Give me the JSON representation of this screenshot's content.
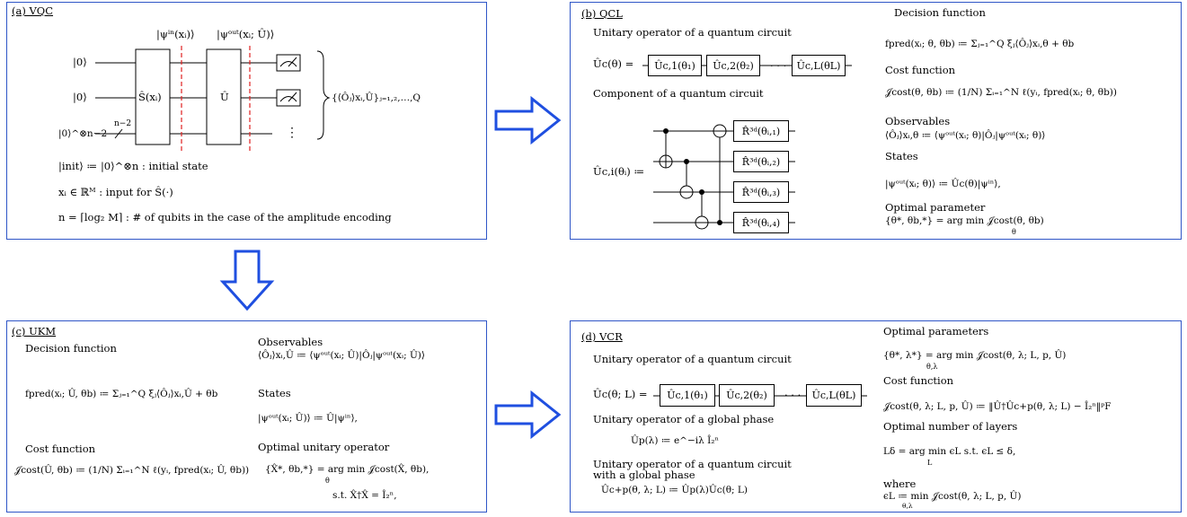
{
  "colors": {
    "border": "#2f56c7",
    "arrow": "#1f4fe0",
    "dashed": "#e02020"
  },
  "arrows": [
    "right-arrow",
    "down-arrow",
    "right-arrow"
  ],
  "vqc": {
    "title": "(a) VQC",
    "label_psi_in": "|ψⁱⁿ(xᵢ)⟩",
    "label_psi_out": "|ψᵒᵘᵗ(xᵢ; Û)⟩",
    "q1": "|0⟩",
    "q2": "|0⟩",
    "q3": "|0⟩^⊗n−2",
    "q3_count": "n−2",
    "gate_S": "Ŝ(xᵢ)",
    "gate_U": "Û",
    "dots": "⋮",
    "observables": "{⟨Ôⱼ⟩xᵢ,Û}ⱼ₌₁,₂,…,Q",
    "line1": "|init⟩ ≔ |0⟩^⊗n : initial state",
    "line2": "xᵢ ∈ ℝᴹ : input for Ŝ(·)",
    "line3": "n = ⌈log₂ M⌉ : # of qubits in the case of the amplitude encoding"
  },
  "qcl": {
    "title": "(b) QCL",
    "uoq_label": "Unitary operator of a quantum circuit",
    "uc_lhs": "Ûc(θ) =",
    "g1": "Ûc,1(θ₁)",
    "g2": "Ûc,2(θ₂)",
    "gdots": "· · ·",
    "gL": "Ûc,L(θL)",
    "comp_label": "Component of a quantum circuit",
    "uci_lhs": "Ûc,i(θᵢ) ≔",
    "r1": "R̂³ᵈ(θᵢ,₁)",
    "r2": "R̂³ᵈ(θᵢ,₂)",
    "r3": "R̂³ᵈ(θᵢ,₃)",
    "r4": "R̂³ᵈ(θᵢ,₄)",
    "decision_label": "Decision function",
    "decision_eq": "fpred(xᵢ; θ, θb) ≔ Σⱼ₌₁^Q ξⱼ⟨Ôⱼ⟩xᵢ,θ + θb",
    "cost_label": "Cost function",
    "cost_eq": "𝒥cost(θ, θb) ≔ (1/N) Σᵢ₌₁^N ℓ(yᵢ, fpred(xᵢ; θ, θb))",
    "obs_label": "Observables",
    "obs_eq": "⟨Ôⱼ⟩xᵢ,θ ≔ ⟨ψᵒᵘᵗ(xᵢ; θ)|Ôⱼ|ψᵒᵘᵗ(xᵢ; θ)⟩",
    "states_label": "States",
    "states_eq": "|ψᵒᵘᵗ(xᵢ; θ)⟩   ≔ Ûc(θ)|ψⁱⁿ⟩,",
    "opt_label": "Optimal parameter",
    "opt_eq": "{θ*, θb,*} = arg min 𝒥cost(θ, θb)",
    "opt_sub": "θ"
  },
  "ukm": {
    "title": "(c) UKM",
    "decision_label": "Decision function",
    "decision_eq": "fpred(xᵢ; Û, θb) ≔ Σⱼ₌₁^Q ξⱼ⟨Ôⱼ⟩xᵢ,Û + θb",
    "cost_label": "Cost function",
    "cost_eq": "𝒥cost(Û, θb) ≔ (1/N) Σᵢ₌₁^N ℓ(yᵢ, fpred(xᵢ; Û, θb))",
    "obs_label": "Observables",
    "obs_eq": "⟨Ôⱼ⟩xᵢ,Û ≔ ⟨ψᵒᵘᵗ(xᵢ; Û)|Ôⱼ|ψᵒᵘᵗ(xᵢ; Û)⟩",
    "states_label": "States",
    "states_eq": "|ψᵒᵘᵗ(xᵢ; Û)⟩   ≔ Û|ψⁱⁿ⟩,",
    "opt_label": "Optimal unitary operator",
    "opt_eq": "{X̂*, θb,*} = arg min 𝒥cost(X̂, θb),",
    "opt_sub": "θ",
    "opt_st": "s.t.  X̂†X̂ = Î₂ⁿ,"
  },
  "vcr": {
    "title": "(d) VCR",
    "uoq_label": "Unitary operator of a quantum circuit",
    "uc_lhs": "Ûc(θ; L) =",
    "g1": "Ûc,1(θ₁)",
    "g2": "Ûc,2(θ₂)",
    "gdots": "· · ·",
    "gL": "Ûc,L(θL)",
    "gp_label": "Unitary operator of a global phase",
    "gp_eq": "Ûp(λ) ≔ e^−iλ Î₂ⁿ",
    "cp_label1": "Unitary operator of a quantum circuit",
    "cp_label2": "with a global phase",
    "cp_eq": "Ûc+p(θ, λ; L) ≔ Ûp(λ)Ûc(θ; L)",
    "opt_label": "Optimal parameters",
    "opt_eq": "{θ*, λ*} = arg min 𝒥cost(θ, λ; L, p, Û)",
    "opt_sub": "θ,λ",
    "cost_label": "Cost function",
    "cost_eq": "𝒥cost(θ, λ; L, p, Û) ≔ ‖Û†Ûc+p(θ, λ; L) − Î₂ⁿ‖ᵖF",
    "layers_label": "Optimal number of layers",
    "layers_eq": "Lδ = arg min ϵL  s.t.  ϵL ≤ δ,",
    "layers_sub": "L",
    "where": "where",
    "eps_eq": "ϵL ≔ min 𝒥cost(θ, λ; L, p, Û)",
    "eps_sub": "θ,λ"
  }
}
